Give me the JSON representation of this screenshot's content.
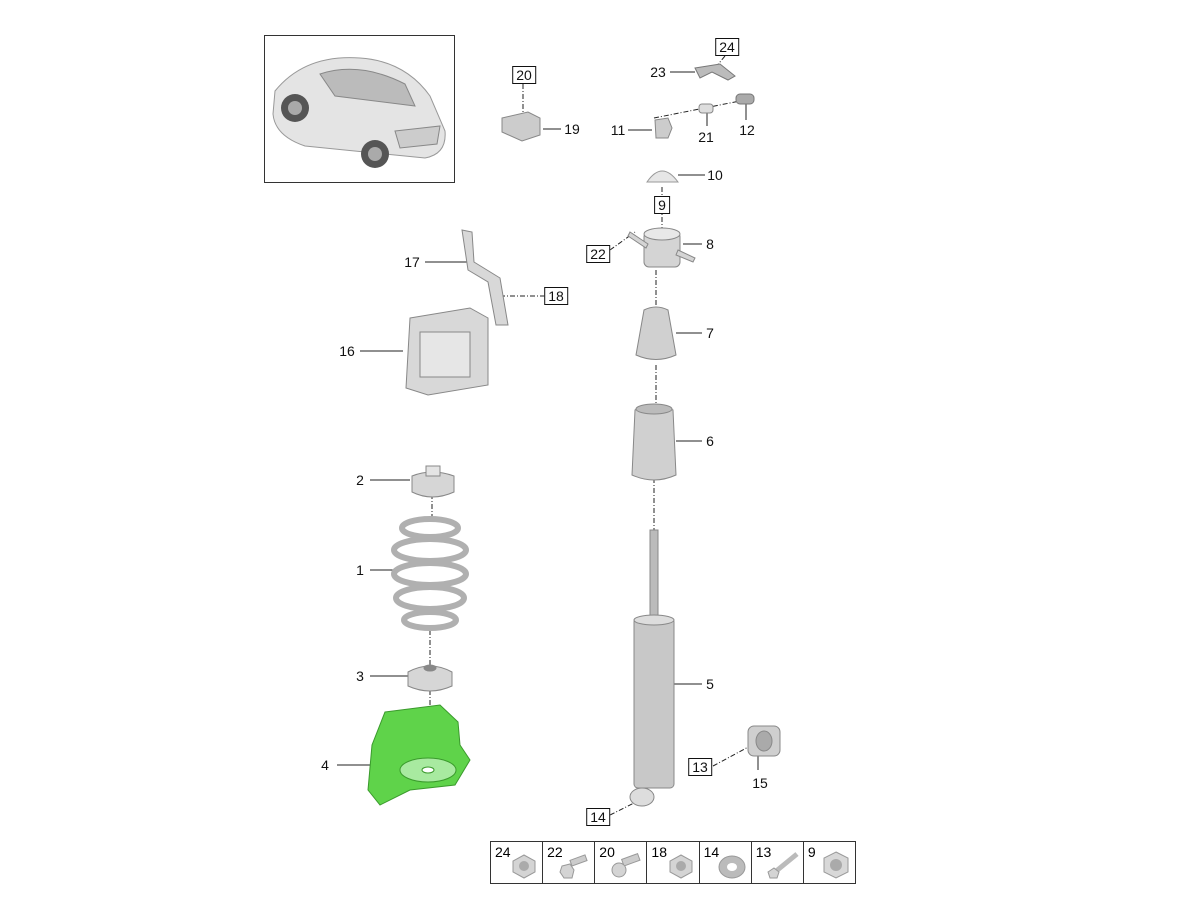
{
  "diagram": {
    "highlight_color": "#5fd34a",
    "part_color": "#c8c8c8",
    "callouts": [
      {
        "num": "20",
        "boxed": true
      },
      {
        "num": "19",
        "boxed": false
      },
      {
        "num": "24",
        "boxed": true
      },
      {
        "num": "23",
        "boxed": false
      },
      {
        "num": "11",
        "boxed": false
      },
      {
        "num": "21",
        "boxed": false
      },
      {
        "num": "12",
        "boxed": false
      },
      {
        "num": "10",
        "boxed": false
      },
      {
        "num": "9",
        "boxed": true
      },
      {
        "num": "22",
        "boxed": true
      },
      {
        "num": "8",
        "boxed": false
      },
      {
        "num": "17",
        "boxed": false
      },
      {
        "num": "18",
        "boxed": true
      },
      {
        "num": "16",
        "boxed": false
      },
      {
        "num": "7",
        "boxed": false
      },
      {
        "num": "6",
        "boxed": false
      },
      {
        "num": "2",
        "boxed": false
      },
      {
        "num": "1",
        "boxed": false
      },
      {
        "num": "3",
        "boxed": false
      },
      {
        "num": "5",
        "boxed": false
      },
      {
        "num": "4",
        "boxed": false
      },
      {
        "num": "13",
        "boxed": true
      },
      {
        "num": "15",
        "boxed": false
      },
      {
        "num": "14",
        "boxed": true
      }
    ],
    "fasteners_table": [
      "24",
      "22",
      "20",
      "18",
      "14",
      "13",
      "9"
    ]
  }
}
